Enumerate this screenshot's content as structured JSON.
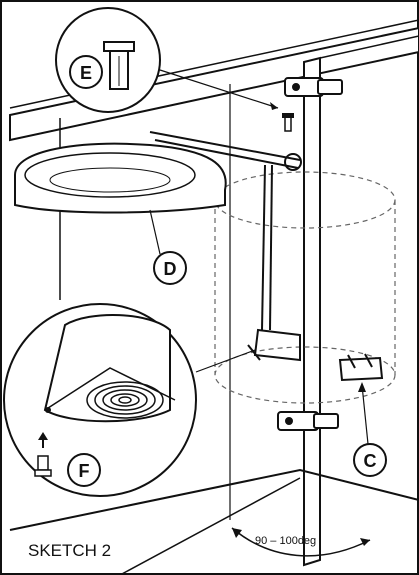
{
  "labels": {
    "e": "E",
    "d": "D",
    "f": "F",
    "c": "C"
  },
  "caption": "SKETCH 2",
  "angle_text": "90 – 100deg"
}
